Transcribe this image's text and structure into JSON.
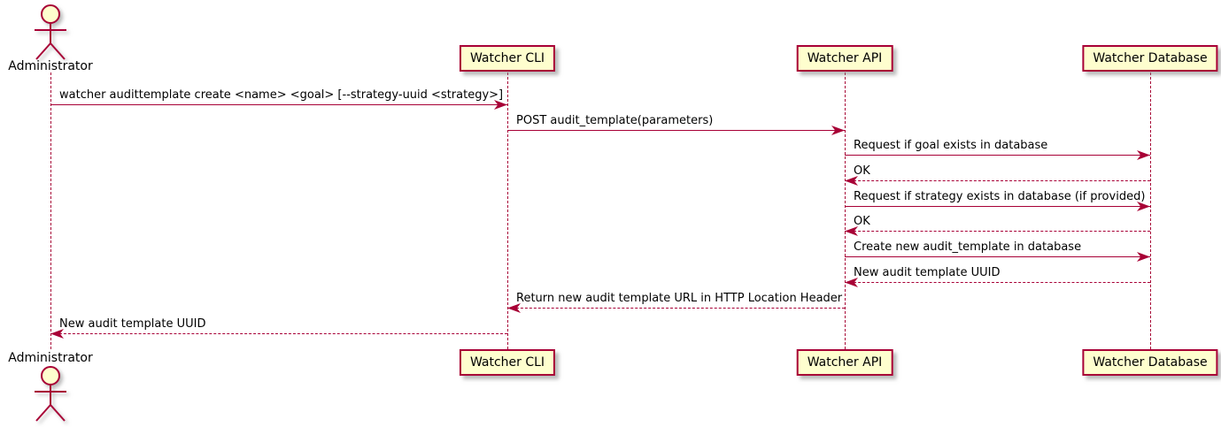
{
  "diagram": {
    "type": "uml-sequence-diagram",
    "colors": {
      "accent": "#A80036",
      "participant_fill": "#FEFECE",
      "text": "#000000",
      "background": "#FFFFFF"
    },
    "participants": [
      {
        "id": "administrator",
        "label": "Administrator",
        "kind": "actor"
      },
      {
        "id": "watcher-cli",
        "label": "Watcher CLI",
        "kind": "participant"
      },
      {
        "id": "watcher-api",
        "label": "Watcher API",
        "kind": "participant"
      },
      {
        "id": "watcher-database",
        "label": "Watcher Database",
        "kind": "participant"
      }
    ],
    "messages": [
      {
        "from": "administrator",
        "to": "watcher-cli",
        "style": "solid",
        "text": "watcher audittemplate create <name> <goal> [--strategy-uuid <strategy>]"
      },
      {
        "from": "watcher-cli",
        "to": "watcher-api",
        "style": "solid",
        "text": "POST audit_template(parameters)"
      },
      {
        "from": "watcher-api",
        "to": "watcher-database",
        "style": "solid",
        "text": "Request if goal exists in database"
      },
      {
        "from": "watcher-database",
        "to": "watcher-api",
        "style": "dashed",
        "text": "OK"
      },
      {
        "from": "watcher-api",
        "to": "watcher-database",
        "style": "solid",
        "text": "Request if strategy exists in database (if provided)"
      },
      {
        "from": "watcher-database",
        "to": "watcher-api",
        "style": "dashed",
        "text": "OK"
      },
      {
        "from": "watcher-api",
        "to": "watcher-database",
        "style": "solid",
        "text": "Create new audit_template in database"
      },
      {
        "from": "watcher-database",
        "to": "watcher-api",
        "style": "dashed",
        "text": "New audit template UUID"
      },
      {
        "from": "watcher-api",
        "to": "watcher-cli",
        "style": "dashed",
        "text": "Return new audit template URL in HTTP Location Header"
      },
      {
        "from": "watcher-cli",
        "to": "administrator",
        "style": "dashed",
        "text": "New audit template UUID"
      }
    ]
  }
}
